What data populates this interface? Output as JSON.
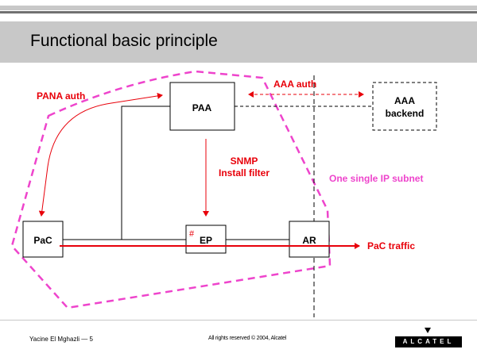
{
  "slide": {
    "title": "Functional basic principle"
  },
  "diagram": {
    "nodes": {
      "pac": "PaC",
      "paa": "PAA",
      "ep": "EP",
      "ep_marker": "#",
      "ar": "AR",
      "aaa_line1": "AAA",
      "aaa_line2": "backend"
    },
    "labels": {
      "pana_auth": "PANA auth",
      "aaa_auth": "AAA auth",
      "snmp_line1": "SNMP",
      "snmp_line2": "Install filter",
      "subnet": "One single IP subnet",
      "pac_traffic": "PaC traffic"
    },
    "colors": {
      "red": "#e8000a",
      "magenta": "#ee44cc",
      "black": "#000000"
    }
  },
  "footer": {
    "author_page": "Yacine El Mghazli  — 5",
    "copyright": "All rights reserved © 2004, Alcatel",
    "logo_text": "ALCATEL"
  }
}
